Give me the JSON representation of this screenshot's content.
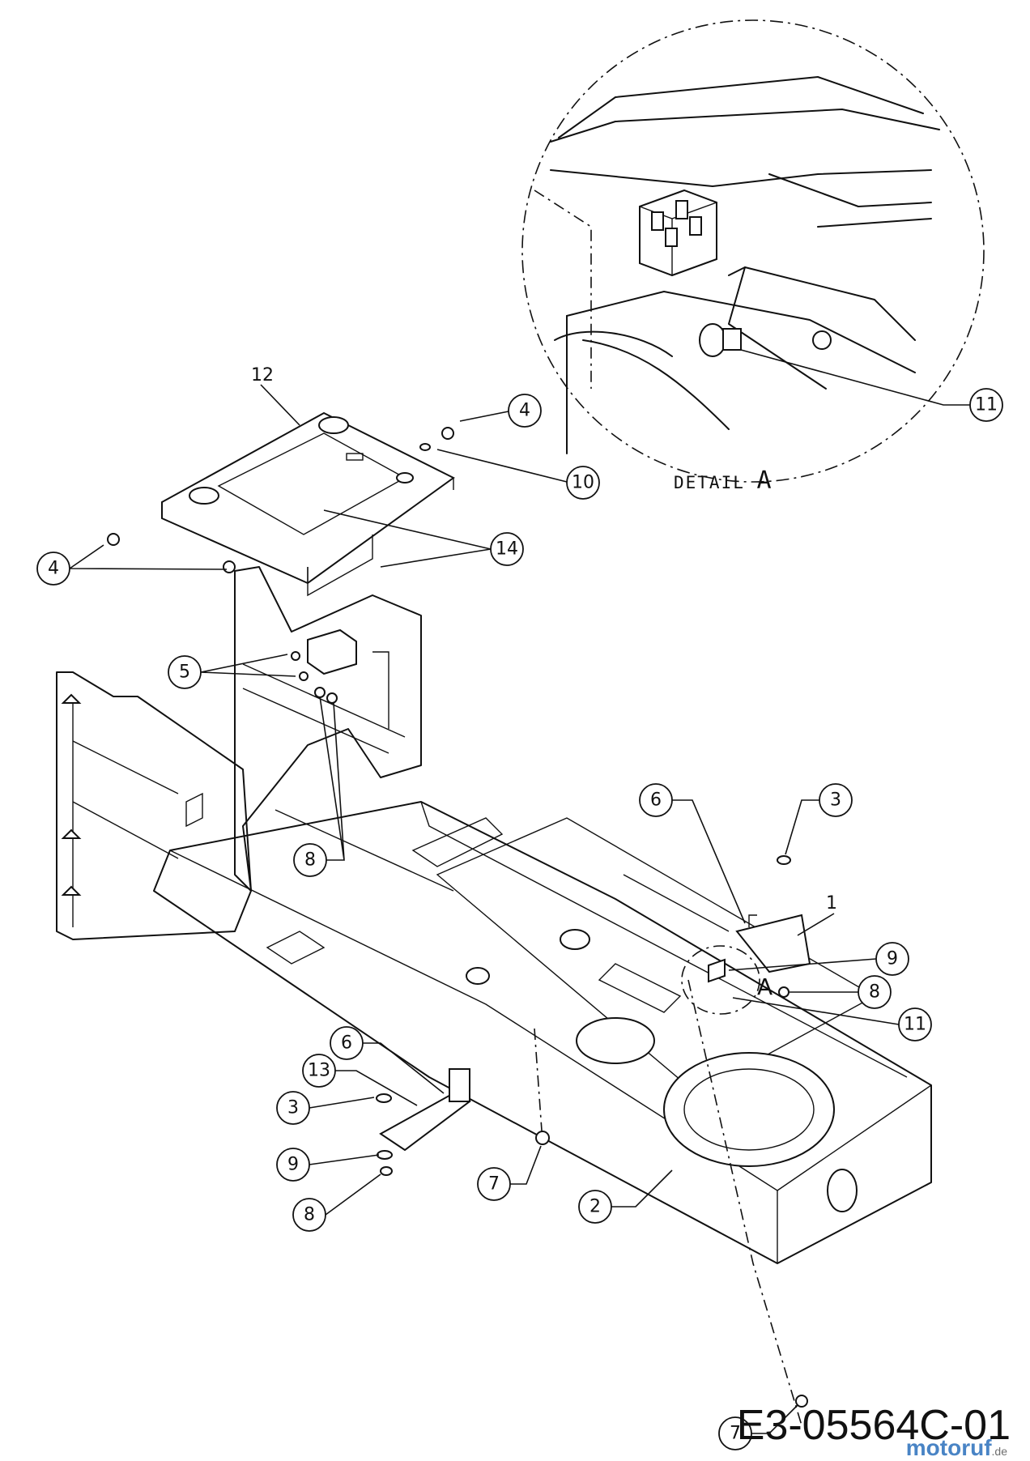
{
  "drawing_number": "E3-05564C-01",
  "detail": {
    "prefix": "DETAIL",
    "letter": "A"
  },
  "inline_detail_marker": "A",
  "plain_labels": {
    "part_12": "12",
    "part_1": "1"
  },
  "callouts": [
    "4",
    "4",
    "10",
    "14",
    "5",
    "8",
    "6",
    "3",
    "9",
    "8",
    "11",
    "11",
    "6",
    "13",
    "3",
    "9",
    "8",
    "7",
    "2",
    "7"
  ],
  "watermark": {
    "text": "motoruf",
    "suffix": ".de"
  }
}
